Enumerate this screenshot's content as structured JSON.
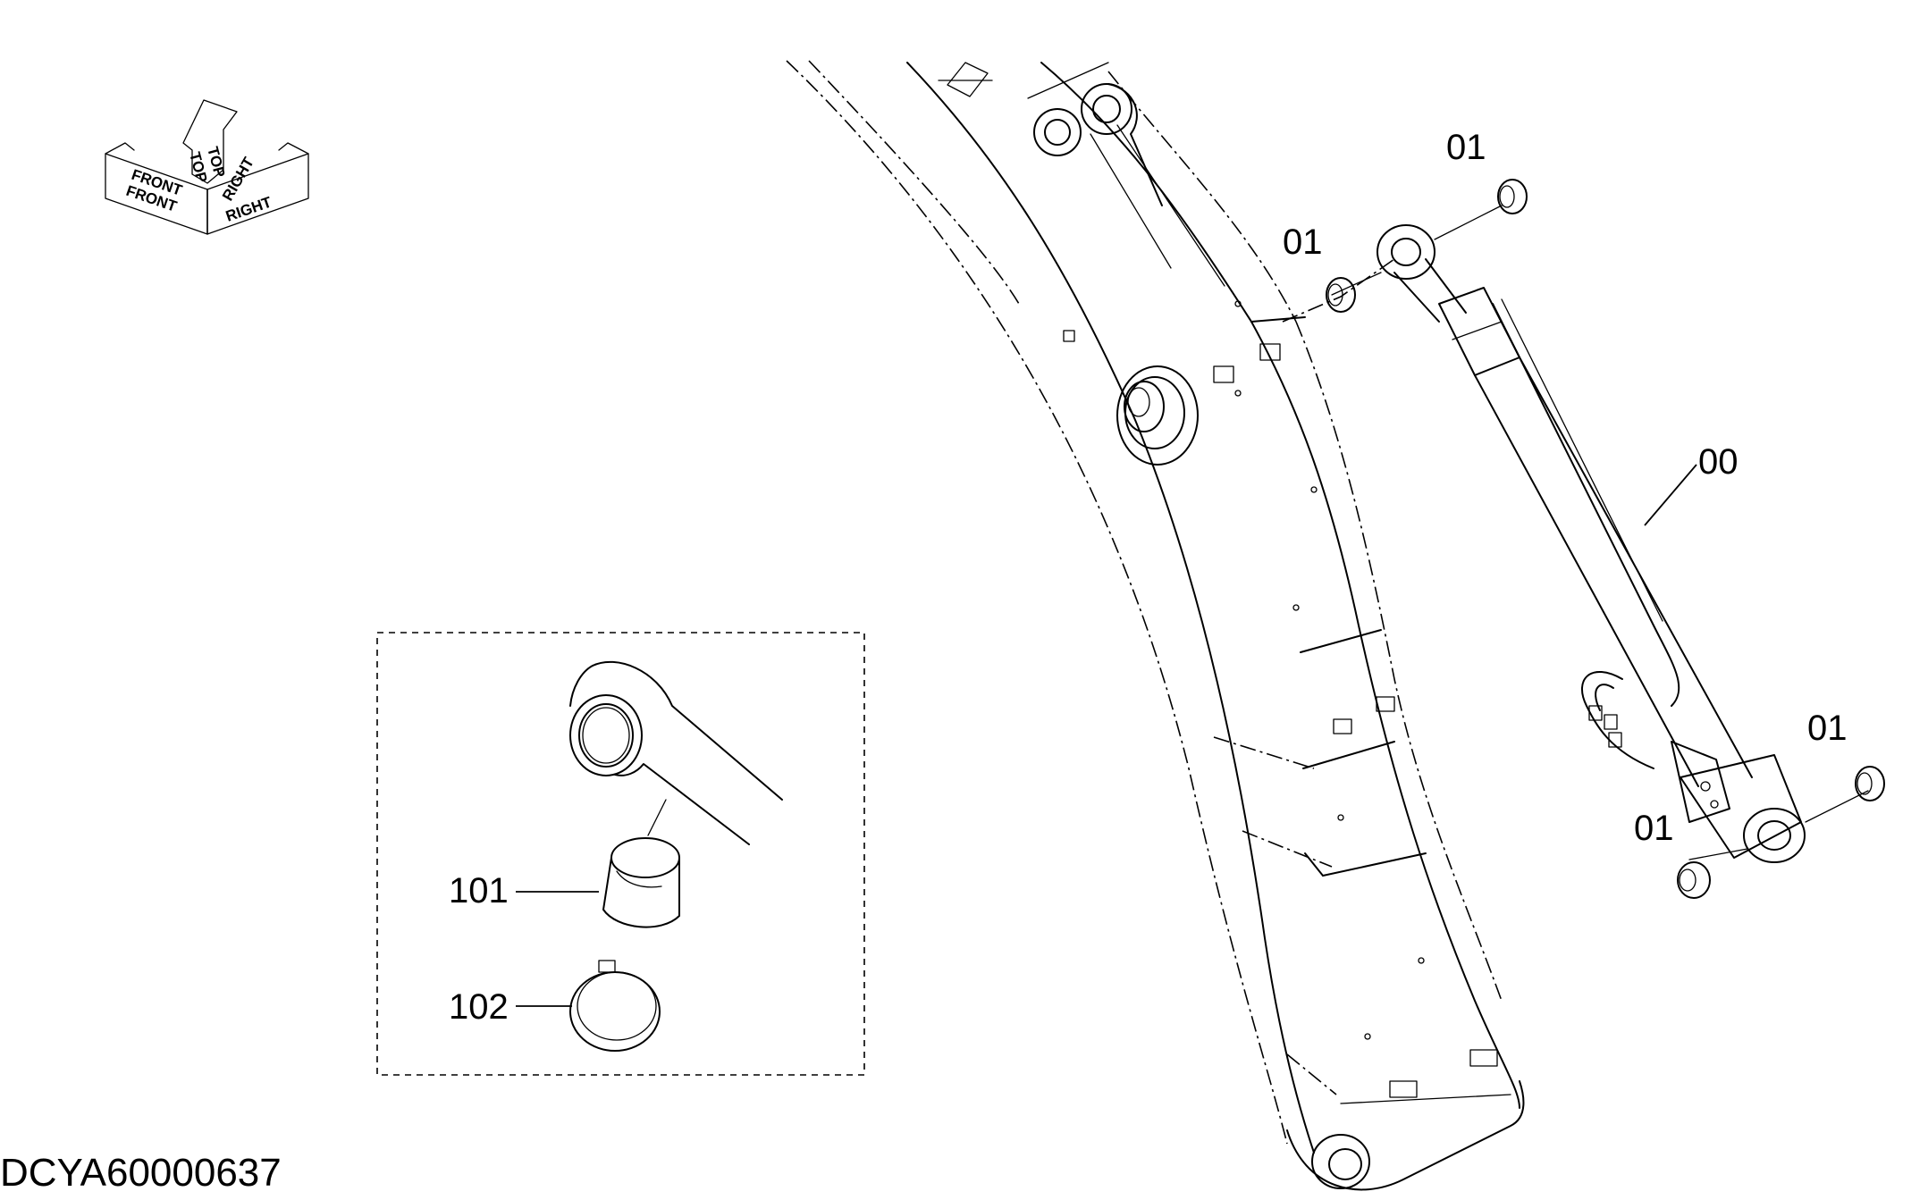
{
  "orientation": {
    "front": "FRONT",
    "top": "TOP",
    "right": "RIGHT"
  },
  "callouts": {
    "seal_top_right": "01",
    "seal_top_left": "01",
    "cylinder": "00",
    "seal_bottom_right": "01",
    "seal_bottom_left": "01",
    "bushing": "101",
    "snap_ring": "102"
  },
  "document_id": "DCYA60000637"
}
